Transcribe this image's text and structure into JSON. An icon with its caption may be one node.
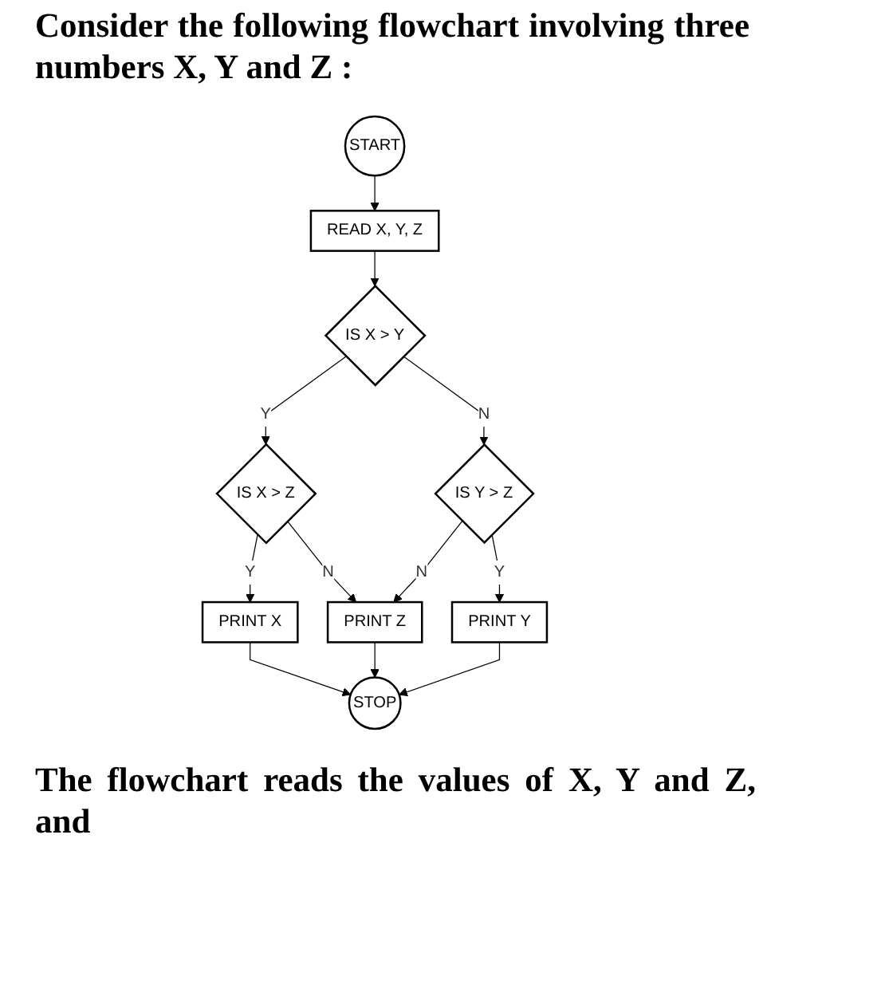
{
  "diagram": {
    "title": "Consider the following flowchart involving three numbers X, Y and Z :",
    "caption": "The flowchart reads the values of X, Y and Z, and",
    "nodes": [
      {
        "text": [
          "START"
        ]
      },
      {
        "text": [
          "READ X, Y, Z"
        ]
      },
      {
        "text": [
          "IS X > Y"
        ]
      },
      {
        "text": [
          "IS X > Z"
        ]
      },
      {
        "text": [
          "IS Y > Z"
        ]
      },
      {
        "text": [
          "PRINT Z"
        ]
      },
      {
        "text": [
          "PRINT X"
        ]
      },
      {
        "text": [
          "PRINT Y"
        ]
      },
      {
        "text": [
          "STOP"
        ]
      }
    ],
    "edges": [
      {
        "from": 0,
        "to": 1,
        "arrow": "to"
      },
      {
        "from": 1,
        "to": 2,
        "arrow": "to"
      },
      {
        "from": 2,
        "to": 3,
        "label": "Y",
        "arrow": "to"
      },
      {
        "from": 2,
        "to": 4,
        "label": "N",
        "arrow": "to"
      },
      {
        "from": 3,
        "to": 5,
        "label": "N",
        "arrow": "to"
      },
      {
        "from": 4,
        "to": 5,
        "label": "N",
        "arrow": "to"
      },
      {
        "from": 3,
        "to": 6,
        "label": "Y",
        "arrow": "to"
      },
      {
        "from": 4,
        "to": 7,
        "label": "Y",
        "arrow": "to"
      },
      {
        "from": 6,
        "to": 8,
        "arrow": "to"
      },
      {
        "from": 5,
        "to": 8,
        "arrow": "to"
      },
      {
        "from": 7,
        "to": 8,
        "arrow": "to"
      }
    ]
  }
}
